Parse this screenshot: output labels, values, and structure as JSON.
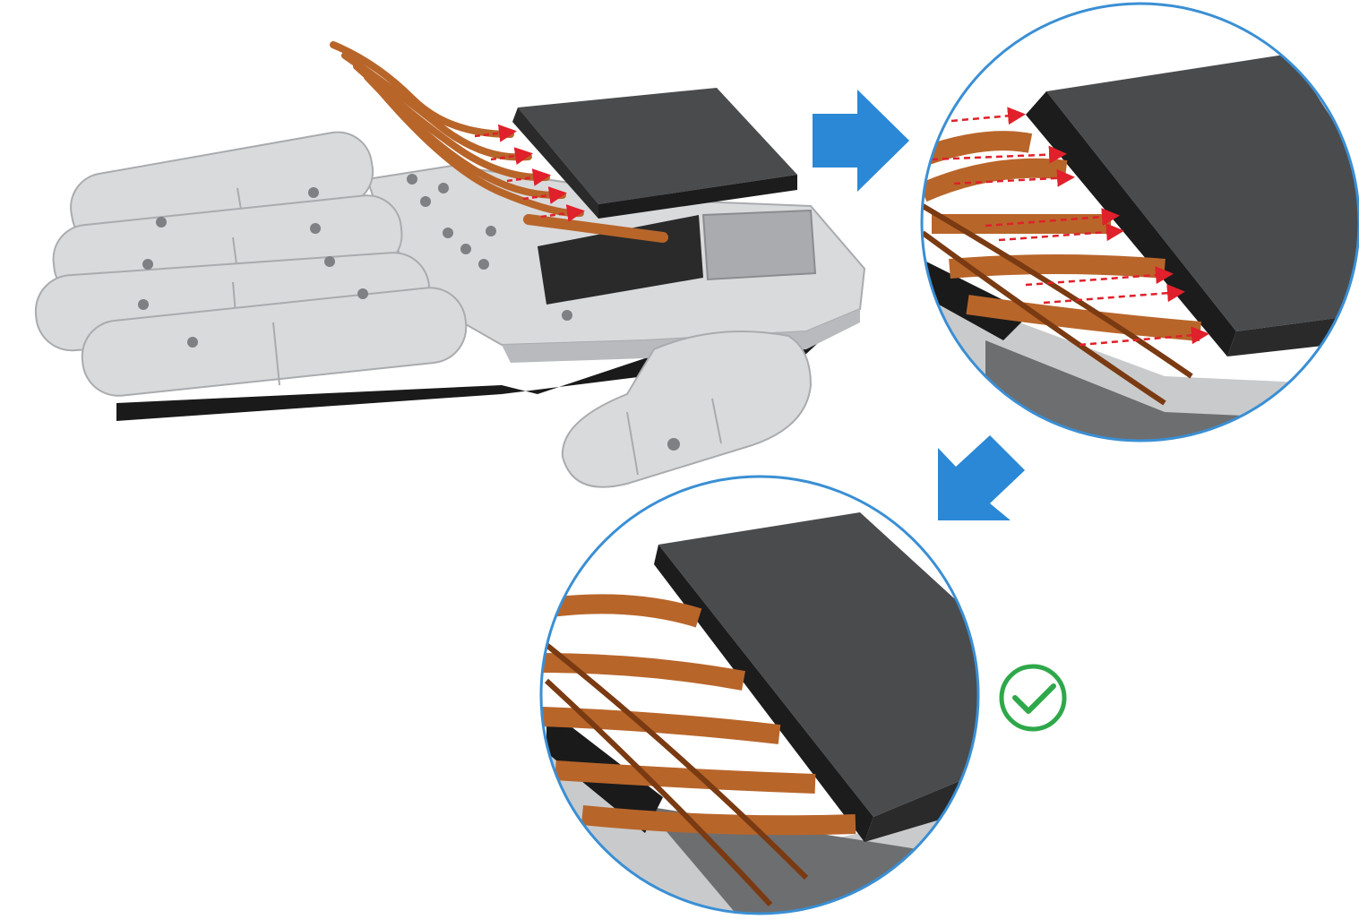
{
  "colors": {
    "background": "#ffffff",
    "circle_border": "#3a8fd4",
    "step_arrow": "#2a88d6",
    "insert_arrow": "#e0202a",
    "check": "#2ea84a",
    "ribbon": "#b8652a",
    "ribbon_shade": "#7a3a12",
    "board": "#4a4b4d",
    "board_edge": "#1c1c1d",
    "hand": "#d9dadc",
    "hand_shade": "#a9abae",
    "hand_dark": "#1a1a1a"
  },
  "icons": {
    "step_arrow_right": "arrow-right-icon",
    "step_arrow_down_left": "arrow-down-left-icon",
    "success": "check-circle-icon"
  },
  "steps": [
    {
      "id": "overview",
      "view": "full-hand-assembly"
    },
    {
      "id": "insert",
      "view": "zoom-ribbon-insertion",
      "ribbons": 5
    },
    {
      "id": "result",
      "view": "zoom-ribbons-seated",
      "ribbons": 5
    }
  ]
}
